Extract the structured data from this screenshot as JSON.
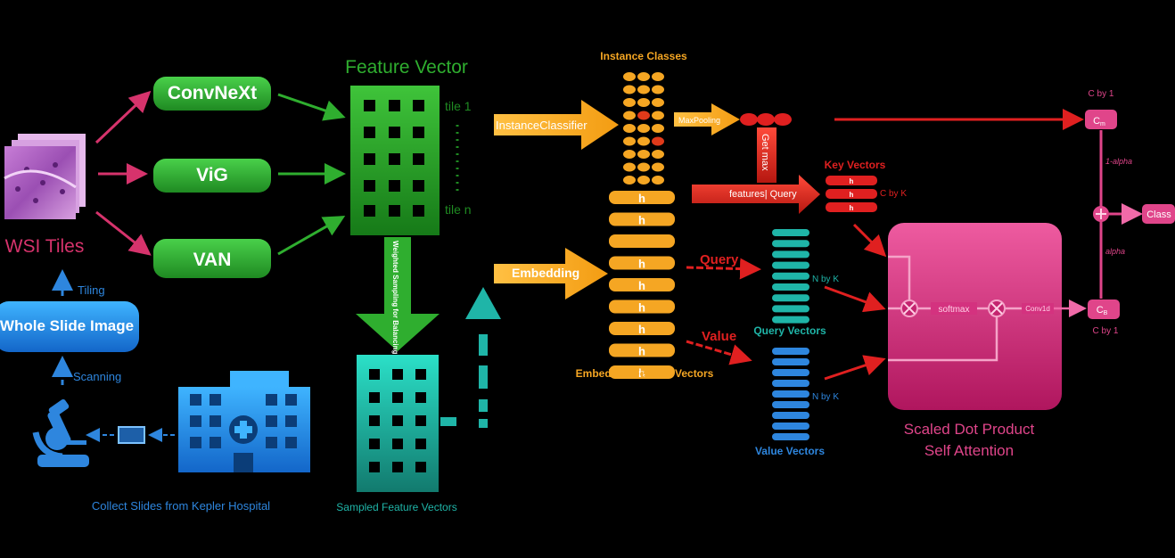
{
  "left": {
    "wsi_tiles": "WSI Tiles",
    "tiling": "Tiling",
    "whole_slide_image": "Whole Slide Image",
    "scanning": "Scanning",
    "collect_slides": "Collect Slides from Kepler Hospital"
  },
  "backbones": [
    "ConvNeXt",
    "ViG",
    "VAN"
  ],
  "feature": {
    "title": "Feature Vector",
    "tile_first": "tile 1",
    "tile_last": "tile n",
    "sampling": "Weighted Sampling for Balancing Class Instances",
    "sampled": "Sampled Feature Vectors"
  },
  "instance": {
    "title": "Instance Classes",
    "classifier": "InstanceClassifier",
    "maxpooling": "MaxPooling",
    "get_max": "Get max"
  },
  "embedding": {
    "label": "Embedding",
    "title": "Embedded Feature Vectors",
    "h_label": "h"
  },
  "key": {
    "title": "Key Vectors",
    "arrow": "features| Query",
    "size": "C by K",
    "h_label": "h"
  },
  "query": {
    "arrow": "Query",
    "title": "Query Vectors",
    "size": "N by K"
  },
  "value": {
    "arrow": "Value",
    "title": "Value Vectors",
    "size": "N by K"
  },
  "attention": {
    "title_line1": "Scaled Dot Product",
    "title_line2": "Self Attention",
    "softmax": "softmax",
    "conv": "Conv1d"
  },
  "output": {
    "cm_label": "C",
    "cm_sub": "m",
    "cb_label": "C",
    "cb_sub": "B",
    "cm_size": "C by 1",
    "cb_size": "C by 1",
    "one_minus_alpha": "1-alpha",
    "alpha": "alpha",
    "class": "Class"
  },
  "colors": {
    "magenta": "#d6336c",
    "green": "#2fae2f",
    "orange": "#f5a623",
    "red": "#e02020",
    "teal": "#1fb5a8",
    "blue": "#2e86de",
    "pink": "#e0458a"
  }
}
